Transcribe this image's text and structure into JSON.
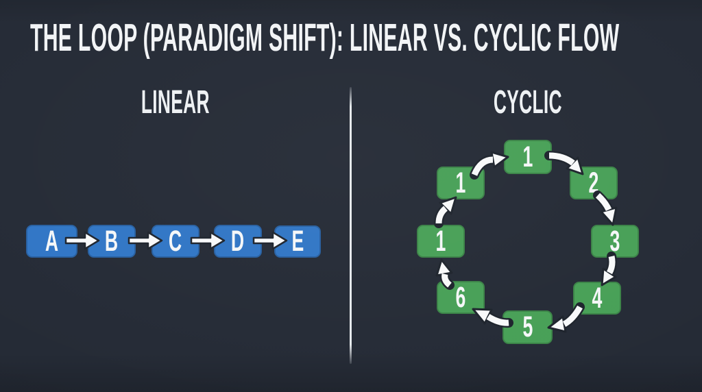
{
  "title": "THE LOOP (PARADIGM SHIFT): LINEAR VS. CYCLIC FLOW",
  "colors": {
    "background": "#252b36",
    "title-text": "#f2f4f6",
    "heading-text": "#eef1f3",
    "divider": "#e5e9ec",
    "linear-box": "#3176c5",
    "cyclic-box": "#48a057",
    "node-text": "#f5f7f8",
    "arrow-fill": "#f8f9fa",
    "arrow-outline": "#1e242d"
  },
  "linear": {
    "heading": "LINEAR",
    "nodes": [
      {
        "label": "A"
      },
      {
        "label": "B"
      },
      {
        "label": "C"
      },
      {
        "label": "D"
      },
      {
        "label": "E"
      }
    ]
  },
  "cyclic": {
    "heading": "CYCLIC",
    "nodes": [
      {
        "position": "top",
        "label": "1"
      },
      {
        "position": "upper-right",
        "label": "2"
      },
      {
        "position": "right",
        "label": "3"
      },
      {
        "position": "lower-right",
        "label": "4"
      },
      {
        "position": "bottom",
        "label": "5"
      },
      {
        "position": "lower-left",
        "label": "6"
      },
      {
        "position": "left",
        "label": "1"
      },
      {
        "position": "upper-left",
        "label": "1"
      }
    ]
  }
}
